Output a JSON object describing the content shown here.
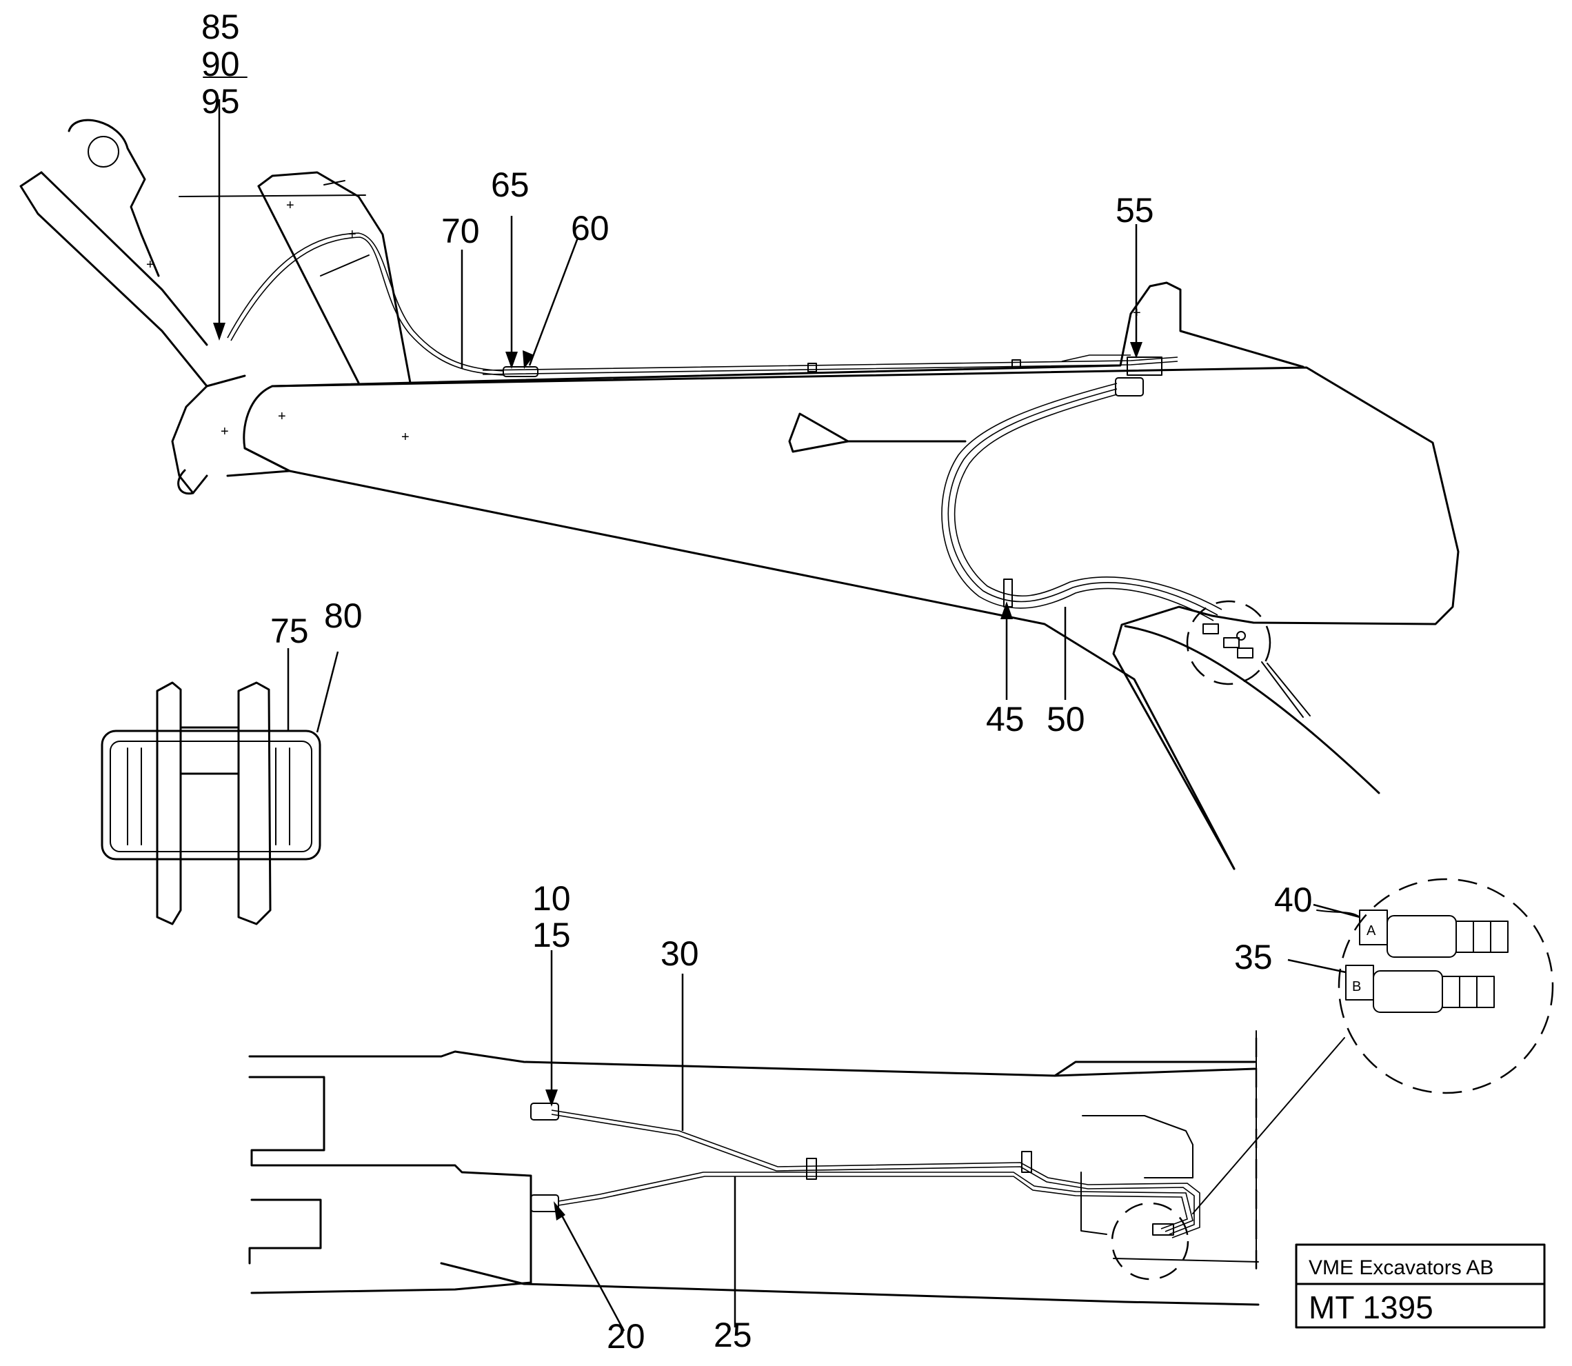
{
  "callouts": {
    "c85": "85",
    "c90": "90",
    "c95": "95",
    "c70": "70",
    "c65": "65",
    "c60": "60",
    "c55": "55",
    "c45": "45",
    "c50": "50",
    "c75": "75",
    "c80": "80",
    "c10": "10",
    "c15": "15",
    "c30": "30",
    "c20": "20",
    "c25": "25",
    "c40": "40",
    "c35": "35"
  },
  "detail_marks": {
    "a": "A",
    "b": "B"
  },
  "title_block": {
    "company": "VME Excavators AB",
    "drawing_no": "MT 1395"
  }
}
